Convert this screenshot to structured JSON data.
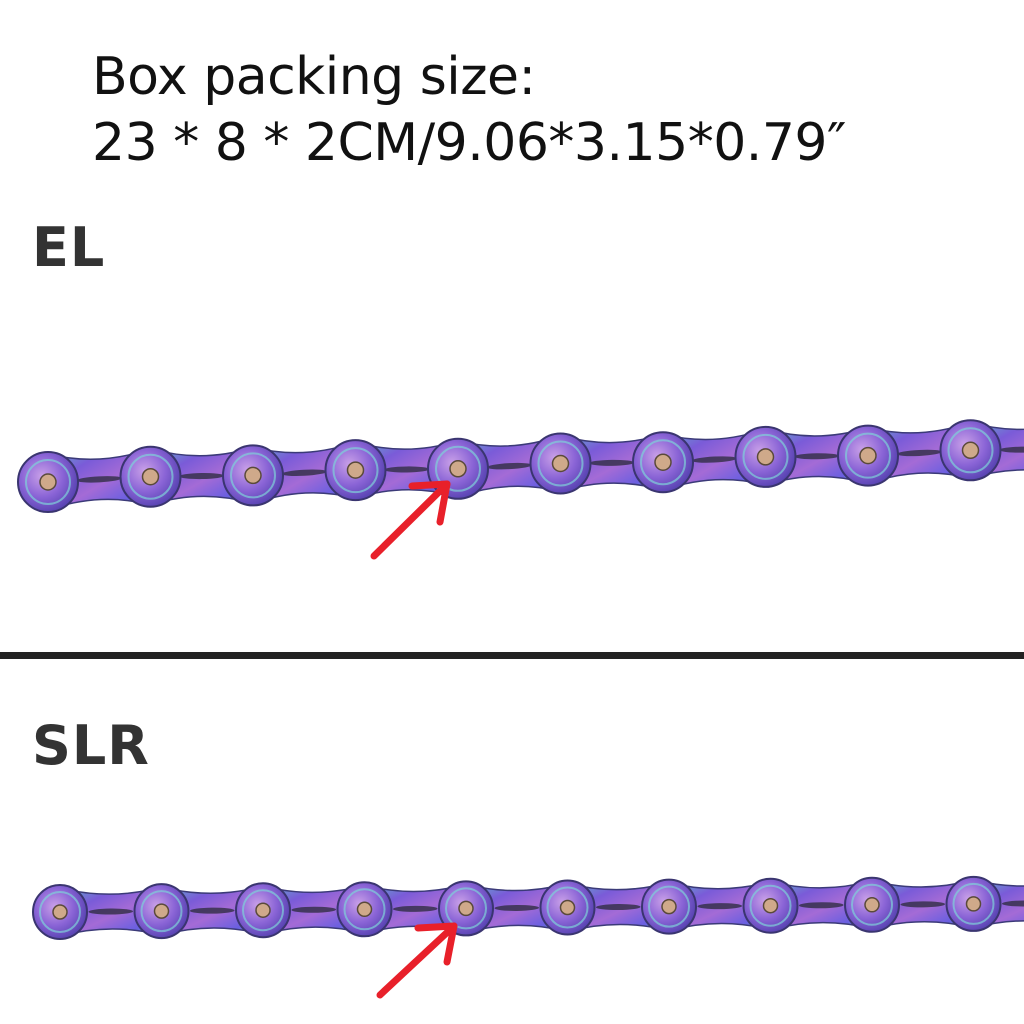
{
  "heading": {
    "line1": "Box packing size:",
    "line2": "23 * 8 * 2CM/9.06*3.15*0.79″"
  },
  "variants": [
    {
      "label": "EL"
    },
    {
      "label": "SLR"
    }
  ],
  "colors": {
    "arrow": "#e8202a",
    "label": "#333333",
    "divider": "#222222"
  }
}
